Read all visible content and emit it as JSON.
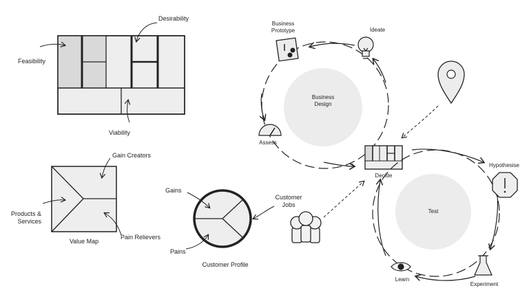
{
  "business_model_canvas": {
    "feasibility": "Feasibility",
    "desirability": "Desirability",
    "viability": "Viability"
  },
  "value_map": {
    "title": "Value Map",
    "gain_creators": "Gain Creators",
    "products_services": "Products &\nServices",
    "pain_relievers": "Pain Relievers"
  },
  "customer_profile": {
    "title": "Customer Profile",
    "gains": "Gains",
    "pains": "Pains",
    "customer_jobs": "Customer\nJobs"
  },
  "design_loop": {
    "center": "Business\nDesign",
    "business_prototype": "Business\nPrototype",
    "ideate": "Ideate",
    "assess": "Assess"
  },
  "decide": {
    "label": "Decide",
    "marker": "?"
  },
  "test_loop": {
    "center": "Test",
    "hypothesise": "Hypothesise",
    "experiment": "Experiment",
    "learn": "Learn"
  },
  "colors": {
    "fill": "#eeeeee",
    "dark_fill": "#d9d9d9",
    "stroke": "#222222",
    "circle_fill": "#ececec"
  }
}
